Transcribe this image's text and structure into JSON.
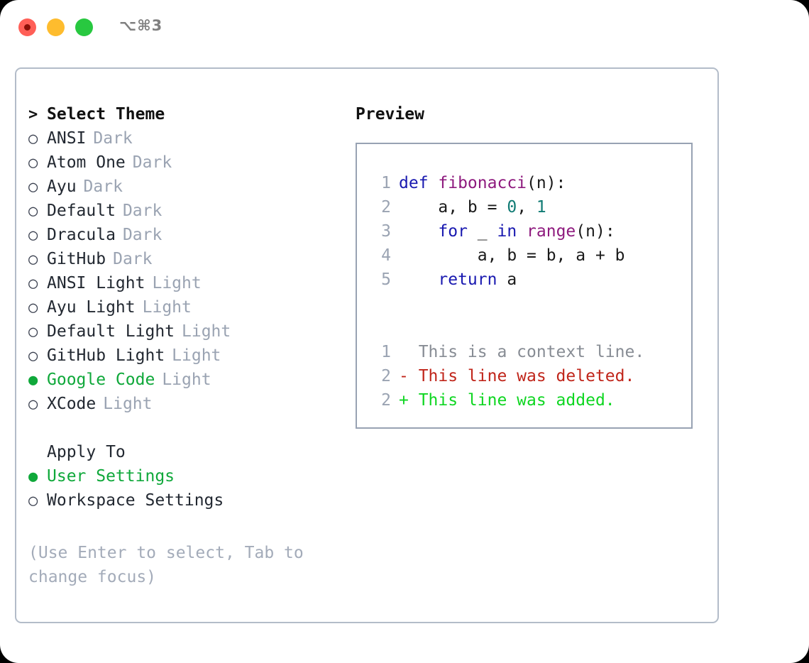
{
  "window": {
    "traffic_lights": [
      "close",
      "minimize",
      "maximize"
    ],
    "shortcut": "⌥⌘3",
    "accent_green": "#0fa83a",
    "muted": "#9aa3b2",
    "border": "#b3bcc9"
  },
  "theme_list": {
    "header_marker": ">",
    "header": "Select Theme",
    "items": [
      {
        "marker": "○",
        "label": "ANSI",
        "suffix": "Dark",
        "selected": false
      },
      {
        "marker": "○",
        "label": "Atom One",
        "suffix": "Dark",
        "selected": false
      },
      {
        "marker": "○",
        "label": "Ayu",
        "suffix": "Dark",
        "selected": false
      },
      {
        "marker": "○",
        "label": "Default",
        "suffix": "Dark",
        "selected": false
      },
      {
        "marker": "○",
        "label": "Dracula",
        "suffix": "Dark",
        "selected": false
      },
      {
        "marker": "○",
        "label": "GitHub",
        "suffix": "Dark",
        "selected": false
      },
      {
        "marker": "○",
        "label": "ANSI Light",
        "suffix": "Light",
        "selected": false
      },
      {
        "marker": "○",
        "label": "Ayu Light",
        "suffix": "Light",
        "selected": false
      },
      {
        "marker": "○",
        "label": "Default Light",
        "suffix": "Light",
        "selected": false
      },
      {
        "marker": "○",
        "label": "GitHub Light",
        "suffix": "Light",
        "selected": false
      },
      {
        "marker": "●",
        "label": "Google Code",
        "suffix": "Light",
        "selected": true
      },
      {
        "marker": "○",
        "label": "XCode",
        "suffix": "Light",
        "selected": false
      }
    ]
  },
  "apply_to": {
    "header": "Apply To",
    "items": [
      {
        "marker": "●",
        "label": "User Settings",
        "selected": true
      },
      {
        "marker": "○",
        "label": "Workspace Settings",
        "selected": false
      }
    ]
  },
  "hint": {
    "line1": "(Use Enter to select, Tab to",
    "line2": "change focus)"
  },
  "preview": {
    "title": "Preview",
    "code_lines": [
      {
        "no": "1",
        "tokens": [
          {
            "t": "def ",
            "c": "kw"
          },
          {
            "t": "fibonacci",
            "c": "fn"
          },
          {
            "t": "(n):",
            "c": "txt"
          }
        ]
      },
      {
        "no": "2",
        "tokens": [
          {
            "t": "    a, b = ",
            "c": "txt"
          },
          {
            "t": "0",
            "c": "num"
          },
          {
            "t": ", ",
            "c": "txt"
          },
          {
            "t": "1",
            "c": "num"
          }
        ]
      },
      {
        "no": "3",
        "tokens": [
          {
            "t": "    ",
            "c": "txt"
          },
          {
            "t": "for",
            "c": "kw"
          },
          {
            "t": " _ ",
            "c": "txt"
          },
          {
            "t": "in",
            "c": "kw"
          },
          {
            "t": " ",
            "c": "txt"
          },
          {
            "t": "range",
            "c": "fn"
          },
          {
            "t": "(n):",
            "c": "txt"
          }
        ]
      },
      {
        "no": "4",
        "tokens": [
          {
            "t": "        a, b = b, a + b",
            "c": "txt"
          }
        ]
      },
      {
        "no": "5",
        "tokens": [
          {
            "t": "    ",
            "c": "txt"
          },
          {
            "t": "return",
            "c": "kw"
          },
          {
            "t": " a",
            "c": "txt"
          }
        ]
      }
    ],
    "diff_lines": [
      {
        "no": "1",
        "text": "  This is a context line.",
        "kind": "ctx"
      },
      {
        "no": "2",
        "text": "- This line was deleted.",
        "kind": "del"
      },
      {
        "no": "2",
        "text": "+ This line was added.",
        "kind": "add"
      }
    ]
  }
}
